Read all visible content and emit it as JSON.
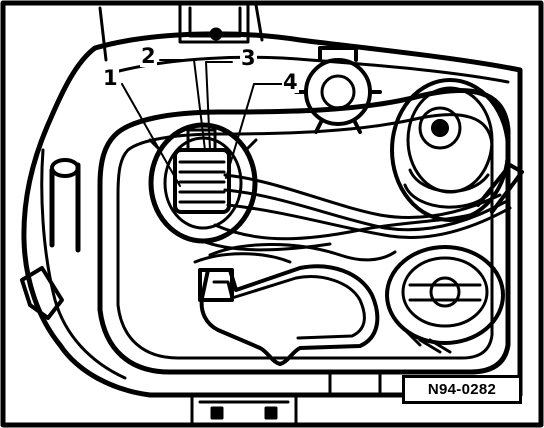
{
  "callouts": [
    {
      "id": "1",
      "label": "1"
    },
    {
      "id": "2",
      "label": "2"
    },
    {
      "id": "3",
      "label": "3"
    },
    {
      "id": "4",
      "label": "4"
    }
  ],
  "reference_code": "N94-0282",
  "colors": {
    "ink": "#000000",
    "paper": "#ffffff"
  }
}
